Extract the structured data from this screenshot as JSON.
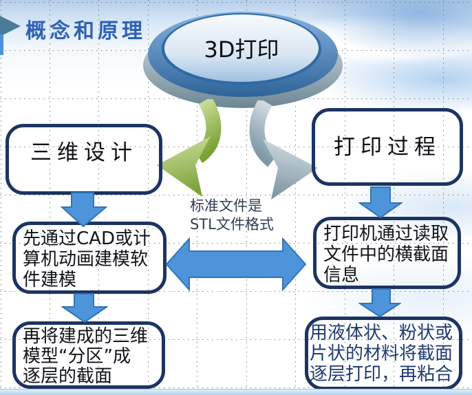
{
  "title": "概念和原理",
  "hub_label": "3D打印",
  "note": {
    "lines": [
      "标准文件是",
      "STL文件格式"
    ]
  },
  "boxes": {
    "left_top": {
      "label": "三维设计"
    },
    "right_top": {
      "label": "打印过程"
    },
    "left_mid": {
      "lines": [
        "先通过CAD或计",
        "算机动画建模软",
        "件建模"
      ]
    },
    "left_bottom": {
      "lines": [
        "再将建成的三维",
        "模型“分区”成",
        "逐层的截面"
      ]
    },
    "right_mid": {
      "lines": [
        "打印机通过读取",
        "文件中的横截面",
        "信息"
      ]
    },
    "right_bottom": {
      "lines": [
        "用液体状、粉状或",
        "片状的材料将截面",
        "逐层打印，再粘合"
      ]
    }
  },
  "colors": {
    "title_blue": "#2E62B4",
    "box_border_navy": "#1C3461",
    "arrow_blue": "#4E94DB",
    "arrow_blue_edge": "#2F74B8",
    "arrow_green": "#8FAF44",
    "arrow_gray": "#8FA3B1",
    "sky_blue": "#BCD4ED"
  }
}
